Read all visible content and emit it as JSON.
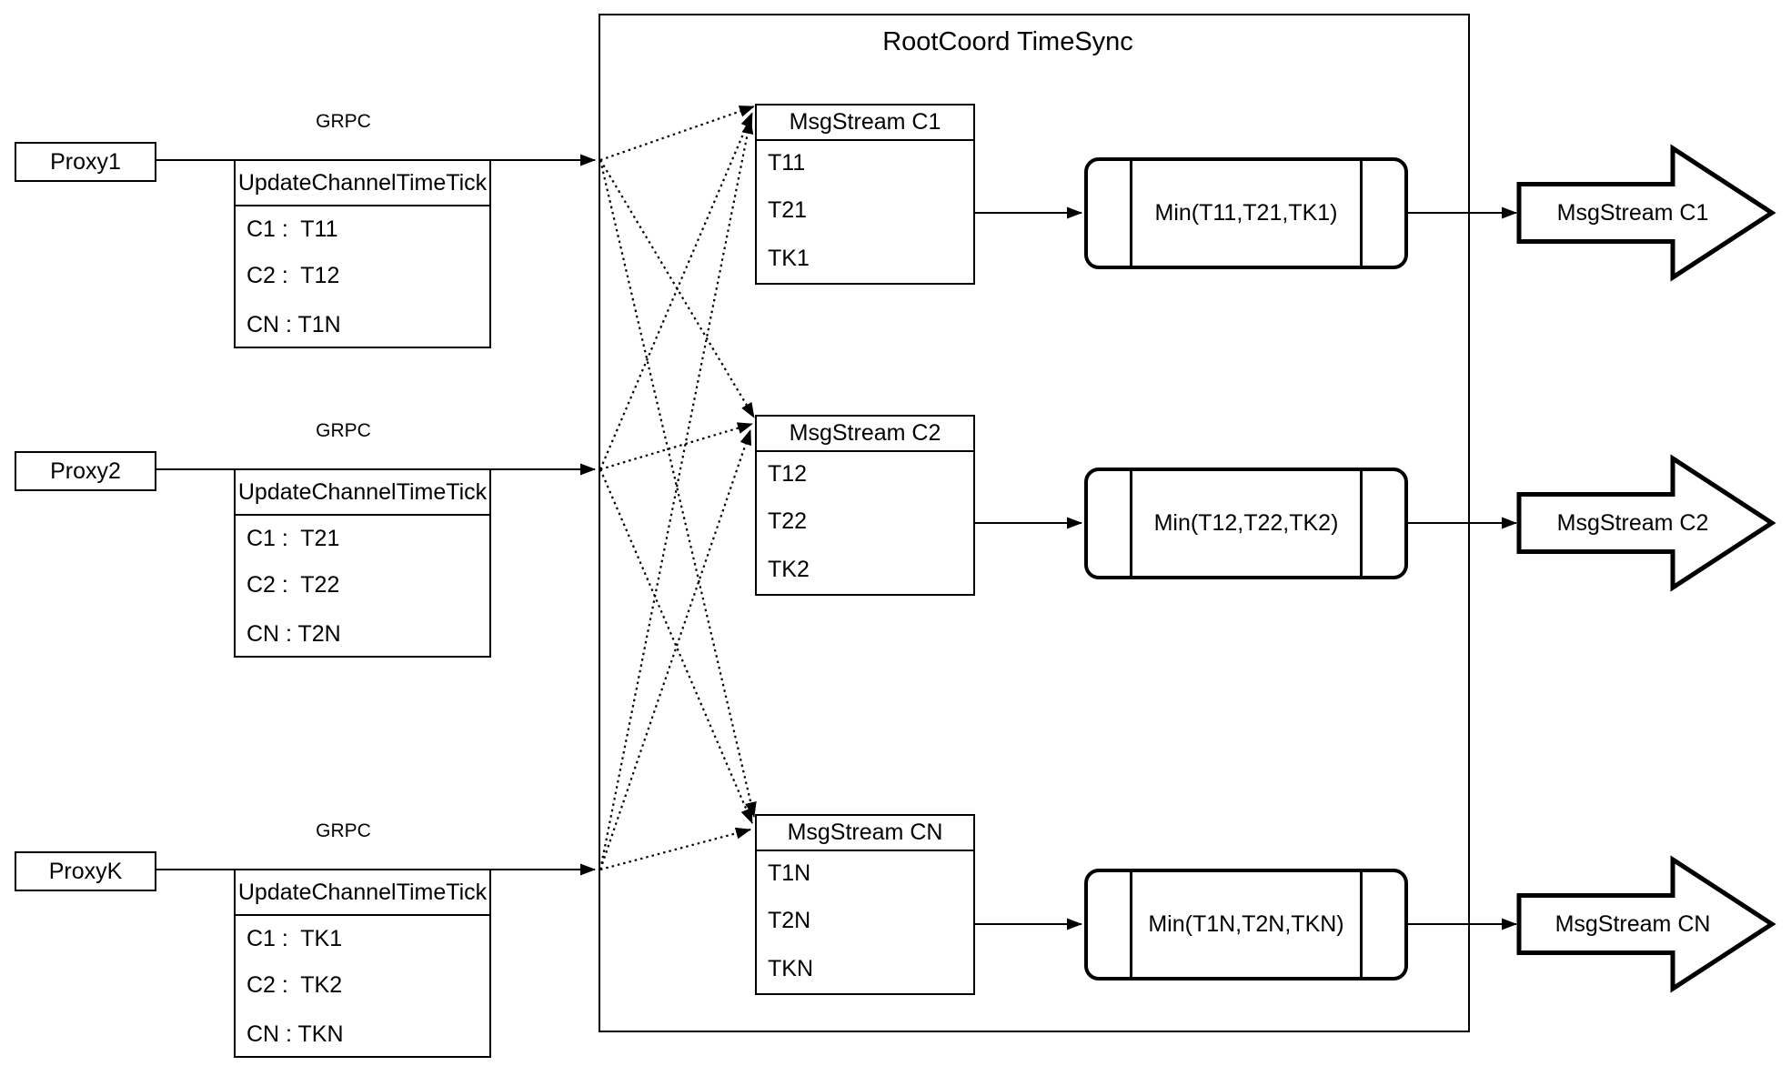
{
  "diagram_title": "RootCoord TimeSync",
  "proxies": [
    {
      "name": "Proxy1",
      "protocol_label": "GRPC",
      "message": {
        "title": "UpdateChannelTimeTick",
        "rows": [
          "C1 :  T11",
          "C2 :  T12",
          "CN : T1N"
        ]
      }
    },
    {
      "name": "Proxy2",
      "protocol_label": "GRPC",
      "message": {
        "title": "UpdateChannelTimeTick",
        "rows": [
          "C1 :  T21",
          "C2 :  T22",
          "CN : T2N"
        ]
      }
    },
    {
      "name": "ProxyK",
      "protocol_label": "GRPC",
      "message": {
        "title": "UpdateChannelTimeTick",
        "rows": [
          "C1 :  TK1",
          "C2 :  TK2",
          "CN : TKN"
        ]
      }
    }
  ],
  "channels": [
    {
      "stream_title": "MsgStream C1",
      "ticks": [
        "T11",
        "T21",
        "TK1"
      ],
      "min_label": "Min(T11,T21,TK1)",
      "output_label": "MsgStream C1"
    },
    {
      "stream_title": "MsgStream C2",
      "ticks": [
        "T12",
        "T22",
        "TK2"
      ],
      "min_label": "Min(T12,T22,TK2)",
      "output_label": "MsgStream C2"
    },
    {
      "stream_title": "MsgStream CN",
      "ticks": [
        "T1N",
        "T2N",
        "TKN"
      ],
      "min_label": "Min(T1N,T2N,TKN)",
      "output_label": "MsgStream CN"
    }
  ],
  "colors": {
    "stroke": "#000000",
    "background": "#ffffff"
  }
}
